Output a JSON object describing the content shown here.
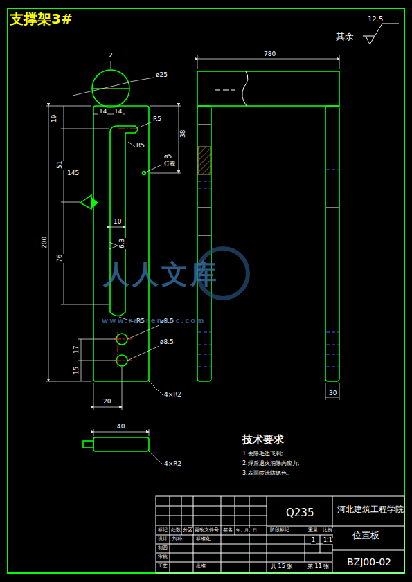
{
  "diagram": {
    "title": "支撑架3#",
    "labels": [
      "其余",
      "12.5",
      "2",
      "ø25",
      "14",
      "14",
      "19",
      "R5",
      "R5",
      "38",
      "ø5",
      "行程",
      "145",
      "51",
      "200",
      "76",
      "10",
      "6.3",
      "R5",
      "ø8.5",
      "ø8.5",
      "17",
      "15",
      "20",
      "4×R2",
      "780",
      "30",
      "40",
      "4×R2",
      "技术要求",
      "1.去除毛边飞刺;",
      "2.焊后退火消除内应力;",
      "3.表面喷涂防锈色。",
      "Q235",
      "河北建筑工程学院",
      "位置板",
      "BZJ00-02",
      "标记",
      "处数",
      "分区",
      "更改文件号",
      "签名",
      "年、月、日",
      "设计",
      "刘朴",
      "标准化",
      "制图",
      "审核",
      "工艺",
      "批准",
      "阶段标记",
      "重量",
      "比例",
      "1",
      "1:1",
      "共 15 张",
      "第 11 张",
      "人人文库",
      "www.renrendoc.com"
    ]
  }
}
